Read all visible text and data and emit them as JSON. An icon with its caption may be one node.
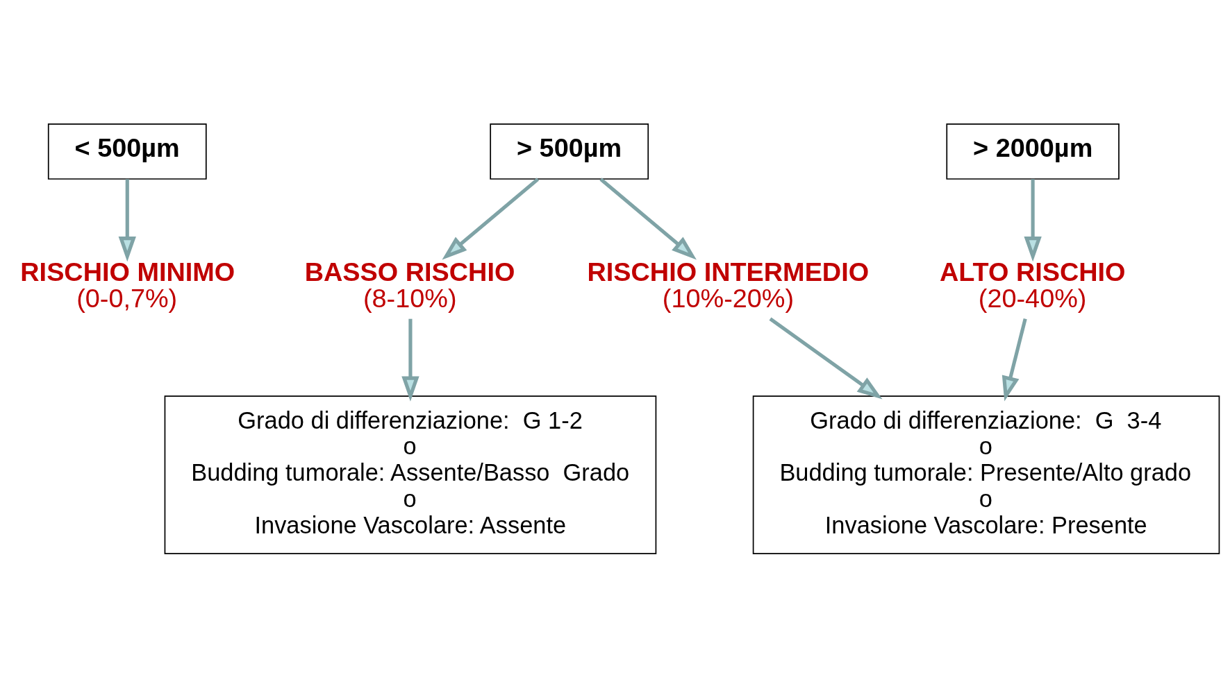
{
  "diagram": {
    "nodes": [
      {
        "text": [
          "< 500µm"
        ]
      },
      {
        "text": [
          "> 500µm"
        ]
      },
      {
        "text": [
          "> 2000µm"
        ]
      },
      {
        "text": [
          "RISCHIO MINIMO",
          "(0-0,7%)"
        ]
      },
      {
        "text": [
          "BASSO RISCHIO",
          "(8-10%)"
        ]
      },
      {
        "text": [
          "RISCHIO INTERMEDIO",
          "(10%-20%)"
        ]
      },
      {
        "text": [
          "ALTO RISCHIO",
          "(20-40%)"
        ]
      },
      {
        "text": [
          "Grado di differenziazione:  G 1-2",
          "o",
          "Budding tumorale: Assente/Basso  Grado",
          "o",
          "Invasione Vascolare: Assente"
        ]
      },
      {
        "text": [
          "Grado di differenziazione:  G  3-4",
          "o",
          "Budding tumorale: Presente/Alto grado",
          "o",
          "Invasione Vascolare: Presente"
        ]
      }
    ],
    "edges": [
      {
        "from": 0,
        "to": 3,
        "arrow": "to"
      },
      {
        "from": 1,
        "to": 4,
        "arrow": "to"
      },
      {
        "from": 1,
        "to": 5,
        "arrow": "to"
      },
      {
        "from": 2,
        "to": 6,
        "arrow": "to"
      },
      {
        "from": 4,
        "to": 7,
        "arrow": "to"
      },
      {
        "from": 5,
        "to": 8,
        "arrow": "to"
      },
      {
        "from": 6,
        "to": 8,
        "arrow": "to"
      }
    ]
  }
}
